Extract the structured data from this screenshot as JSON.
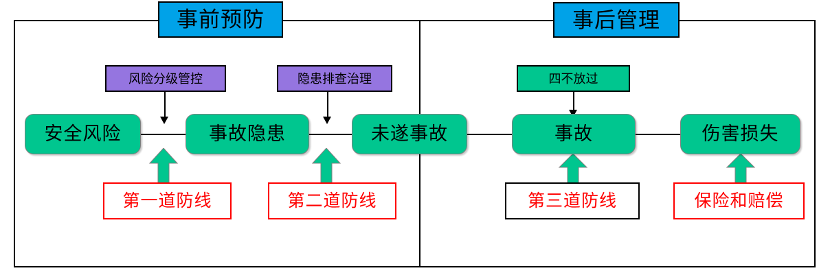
{
  "diagram": {
    "title_implicit": "",
    "sections": [
      {
        "id": "pre",
        "label": "事前预防"
      },
      {
        "id": "post",
        "label": "事后管理"
      }
    ],
    "practice_boxes": [
      {
        "id": "risk-grading",
        "label": "风险分级管控",
        "color": "#9575E0"
      },
      {
        "id": "hazard-invest",
        "label": "隐患排查治理",
        "color": "#9575E0"
      },
      {
        "id": "four-not-pass",
        "label": "四不放过",
        "color": "#00C68F"
      }
    ],
    "chain_nodes": [
      {
        "id": "safety-risk",
        "label": "安全风险"
      },
      {
        "id": "accident-hazard",
        "label": "事故隐患"
      },
      {
        "id": "near-miss",
        "label": "未遂事故"
      },
      {
        "id": "accident",
        "label": "事故"
      },
      {
        "id": "injury-loss",
        "label": "伤害损失"
      }
    ],
    "defense_boxes": [
      {
        "id": "line-1",
        "label": "第一道防线",
        "border": "#FF0000",
        "text": "#FF0000"
      },
      {
        "id": "line-2",
        "label": "第二道防线",
        "border": "#FF0000",
        "text": "#FF0000"
      },
      {
        "id": "line-3",
        "label": "第三道防线",
        "border": "#000000",
        "text": "#FF0000"
      },
      {
        "id": "insurance",
        "label": "保险和赔偿",
        "border": "#FF0000",
        "text": "#FF0000"
      }
    ],
    "colors": {
      "header_fill": "#00A2E8",
      "node_fill": "#00C68F",
      "practice_purple": "#9575E0",
      "arrow_green": "#00C68F",
      "red": "#FF0000",
      "black": "#000000"
    }
  }
}
